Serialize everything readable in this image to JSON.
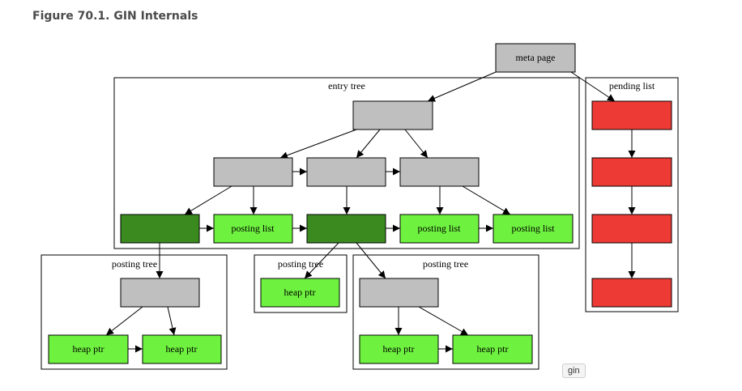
{
  "figure": {
    "title": "Figure 70.1. GIN Internals"
  },
  "clusters": {
    "entry_tree": "entry tree",
    "pending_list": "pending list",
    "posting_tree_1": "posting tree",
    "posting_tree_2": "posting tree",
    "posting_tree_3": "posting tree"
  },
  "nodes": {
    "meta_page": "meta page",
    "posting_list_1": "posting list",
    "posting_list_2": "posting list",
    "posting_list_3": "posting list",
    "heap_ptr_1": "heap ptr",
    "heap_ptr_2": "heap ptr",
    "heap_ptr_3": "heap ptr",
    "heap_ptr_4": "heap ptr",
    "heap_ptr_5": "heap ptr"
  },
  "colors": {
    "internal_page": "#bfbfbf",
    "leaf_with_posting_tree": "#3a8a20",
    "posting_list_and_heap_ptr": "#6ef23f",
    "pending_list_page": "#ee3a34"
  },
  "badge": {
    "label": "gin"
  }
}
